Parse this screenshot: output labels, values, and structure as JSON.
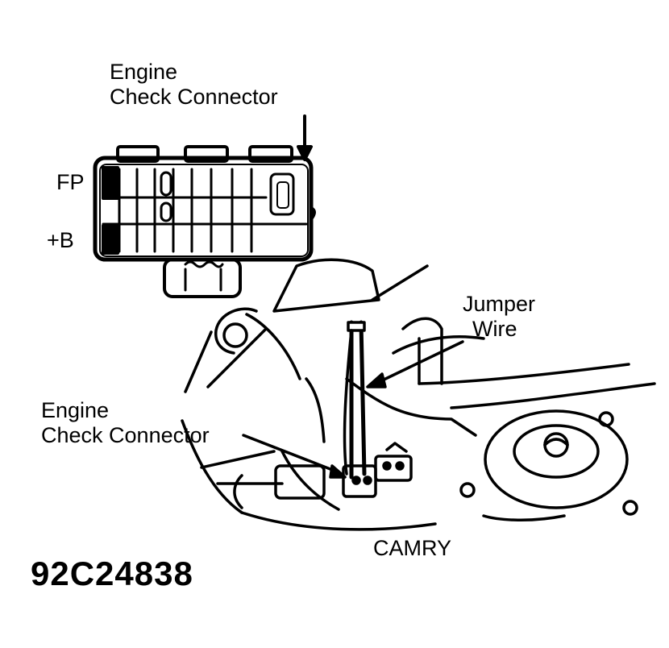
{
  "labels": {
    "top_connector_line1": "Engine",
    "top_connector_line2": "Check Connector",
    "pin_fp": "FP",
    "pin_b": "+B",
    "jumper_line1": "Jumper",
    "jumper_line2": "Wire",
    "bottom_connector_line1": "Engine",
    "bottom_connector_line2": "Check Connector",
    "model": "CAMRY",
    "figure_code": "92C24838"
  }
}
